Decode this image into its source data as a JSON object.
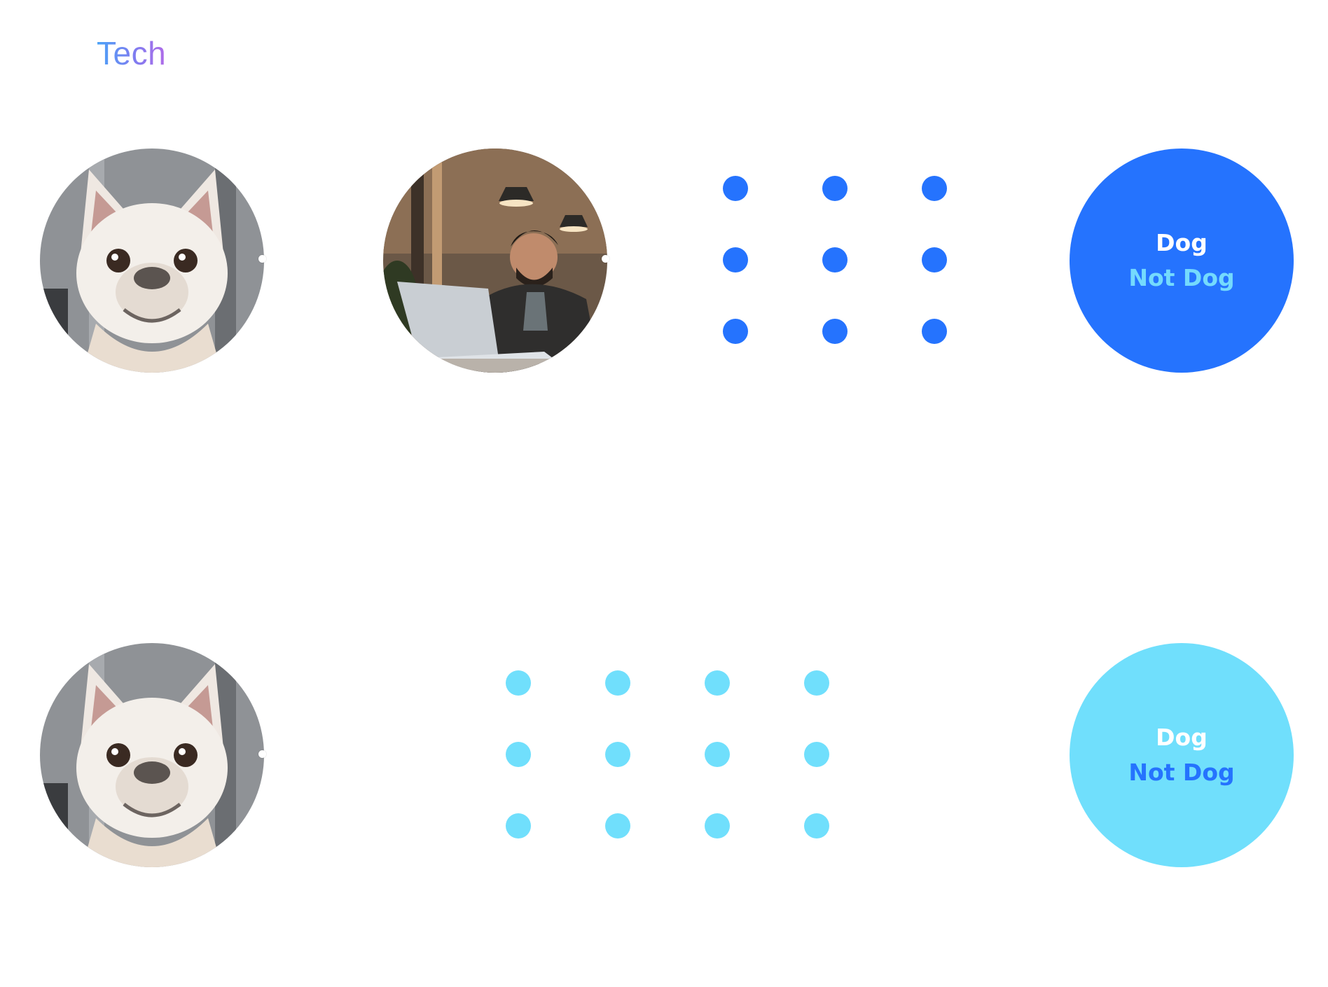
{
  "brand": {
    "label": "Tech"
  },
  "colors": {
    "primary_blue": "#2573fe",
    "light_cyan": "#70dffc",
    "white_text": "#ffffff",
    "cyan_text": "#74dafd"
  },
  "rows": [
    {
      "inputs": [
        "dog-photo",
        "person-at-laptop-photo"
      ],
      "dot_grid": {
        "rows": 3,
        "cols": 3,
        "color": "#2573fe"
      },
      "result": {
        "fill": "#2573fe",
        "line1": "Dog",
        "line2": "Not Dog",
        "line1_color": "#ffffff",
        "line2_color": "#74dafd"
      }
    },
    {
      "inputs": [
        "dog-photo"
      ],
      "dot_grid": {
        "rows": 3,
        "cols": 4,
        "color": "#70dffc"
      },
      "result": {
        "fill": "#70dffc",
        "line1": "Dog",
        "line2": "Not Dog",
        "line1_color": "#ffffff",
        "line2_color": "#2573fe"
      }
    }
  ]
}
